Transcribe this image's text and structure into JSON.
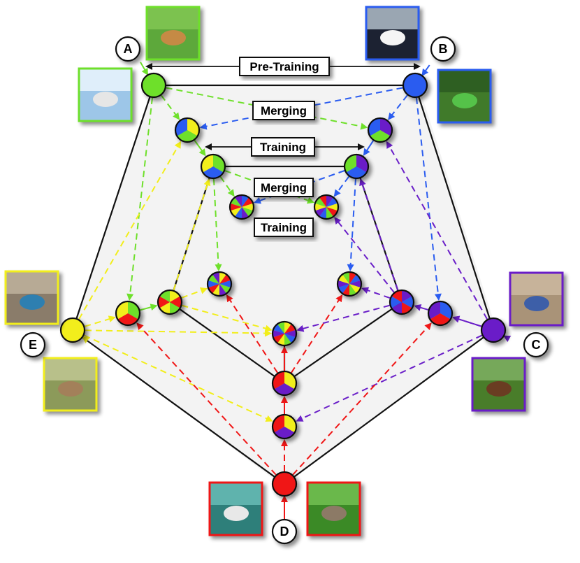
{
  "labels": {
    "pretraining": "Pre-Training",
    "merging_outer": "Merging",
    "training_outer": "Training",
    "merging_inner": "Merging",
    "training_inner": "Training"
  },
  "vertices": {
    "a": {
      "letter": "A",
      "color": "#6ee02a",
      "images": [
        "dog",
        "airplane"
      ]
    },
    "b": {
      "letter": "B",
      "color": "#2a5cf0",
      "images": [
        "car",
        "frog"
      ]
    },
    "c": {
      "letter": "C",
      "color": "#6a1fc8",
      "images": [
        "bird",
        "horse"
      ]
    },
    "d": {
      "letter": "D",
      "color": "#f01616",
      "images": [
        "ship",
        "cat"
      ]
    },
    "e": {
      "letter": "E",
      "color": "#f2ee1a",
      "images": [
        "truck",
        "deer"
      ]
    }
  },
  "colors": {
    "green": "#6ee02a",
    "blue": "#2a5cf0",
    "purple": "#6a1fc8",
    "red": "#f01616",
    "yellow": "#f2ee1a",
    "edge": "#111111"
  }
}
